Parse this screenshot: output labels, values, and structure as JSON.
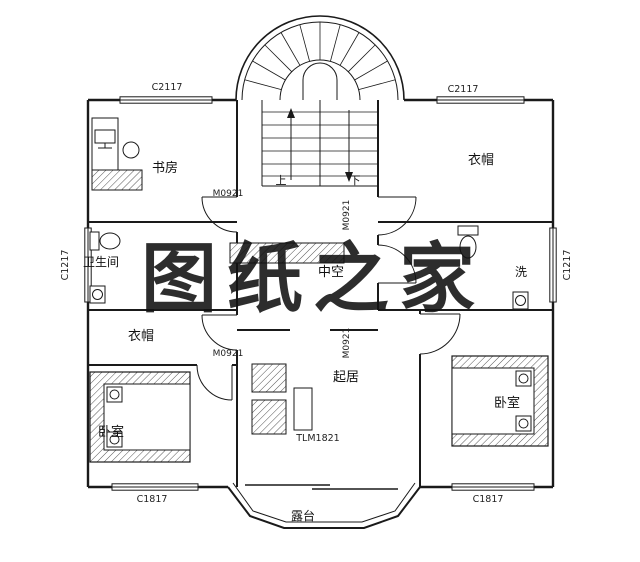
{
  "watermark": {
    "text": "图纸之家",
    "color": "#e60000"
  },
  "rooms": {
    "study": "书房",
    "cloak_top_right": "衣帽",
    "bathroom": "卫生间",
    "wash": "洗",
    "void": "中空",
    "cloak_left": "衣帽",
    "living": "起居",
    "bedroom_left": "卧室",
    "bedroom_right": "卧室",
    "terrace": "露台"
  },
  "stairs": {
    "up": "上",
    "down": "下"
  },
  "codes": {
    "window_top_left": "C2117",
    "window_top_right": "C2117",
    "window_left": "C1217",
    "window_right": "C1217",
    "window_bottom_left": "C1817",
    "window_bottom_right": "C1817",
    "door_study": "M0921",
    "door_cloak_right": "M0921",
    "door_cloak_left": "M0921",
    "door_wash": "M0921",
    "terrace_door": "TLM1821"
  }
}
